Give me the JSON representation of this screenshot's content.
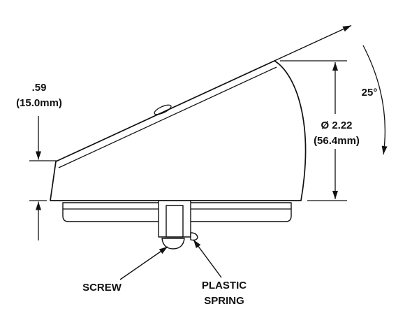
{
  "diagram": {
    "colors": {
      "line": "#111111",
      "background": "#ffffff"
    },
    "labels": {
      "height": {
        "value": ".59",
        "metric": "(15.0mm)"
      },
      "diameter": {
        "value": "Ø 2.22",
        "metric": "(56.4mm)"
      },
      "angle": "25°",
      "screw": "SCREW",
      "plastic_spring": {
        "line1": "PLASTIC",
        "line2": "SPRING"
      }
    }
  }
}
